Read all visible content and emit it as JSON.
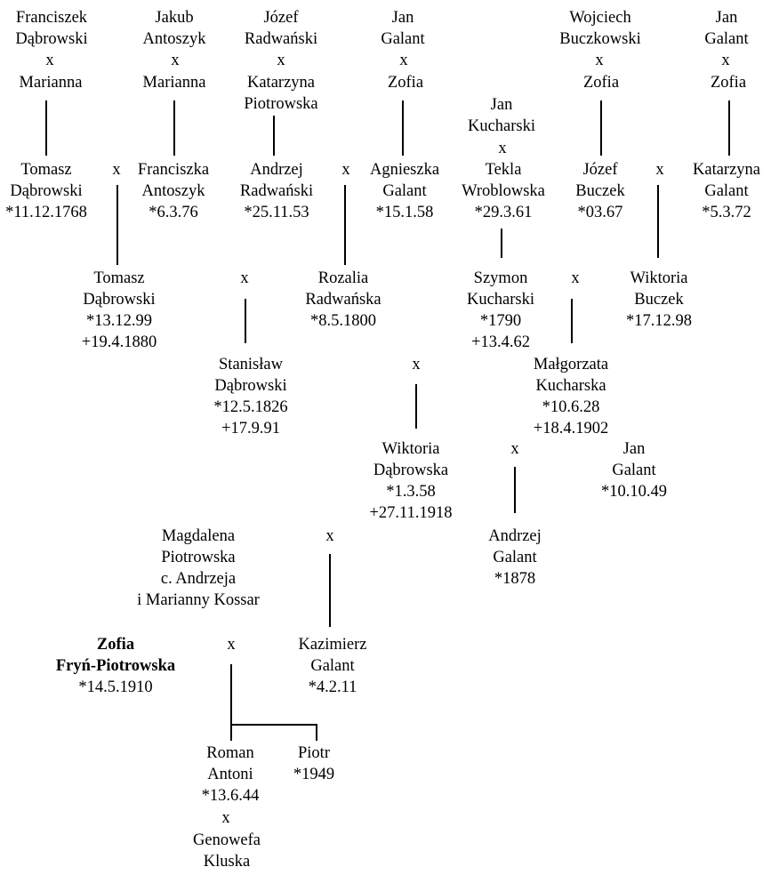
{
  "people": {
    "franciszek_dabrowski": {
      "name": [
        "Franciszek",
        "Dąbrowski"
      ],
      "dates": []
    },
    "marianna_1": {
      "name": [
        "Marianna"
      ],
      "dates": []
    },
    "jakub_antoszyk": {
      "name": [
        "Jakub",
        "Antoszyk"
      ],
      "dates": []
    },
    "marianna_2": {
      "name": [
        "Marianna"
      ],
      "dates": []
    },
    "jozef_radwanski": {
      "name": [
        "Józef",
        "Radwański"
      ],
      "dates": []
    },
    "katarzyna_piotrowska": {
      "name": [
        "Katarzyna",
        "Piotrowska"
      ],
      "dates": []
    },
    "jan_galant_1": {
      "name": [
        "Jan",
        "Galant"
      ],
      "dates": []
    },
    "zofia_1": {
      "name": [
        "Zofia"
      ],
      "dates": []
    },
    "wojciech_buczkowski": {
      "name": [
        "Wojciech",
        "Buczkowski"
      ],
      "dates": []
    },
    "zofia_2": {
      "name": [
        "Zofia"
      ],
      "dates": []
    },
    "jan_galant_2": {
      "name": [
        "Jan",
        "Galant"
      ],
      "dates": []
    },
    "zofia_3": {
      "name": [
        "Zofia"
      ],
      "dates": []
    },
    "jan_kucharski": {
      "name": [
        "Jan",
        "Kucharski"
      ],
      "dates": []
    },
    "tekla_wroblowska": {
      "name": [
        "Tekla",
        "Wroblowska"
      ],
      "dates": [
        "*29.3.61"
      ]
    },
    "tomasz_dabrowski_1": {
      "name": [
        "Tomasz",
        "Dąbrowski"
      ],
      "dates": [
        "*11.12.1768"
      ]
    },
    "franciszka_antoszyk": {
      "name": [
        "Franciszka",
        "Antoszyk"
      ],
      "dates": [
        "*6.3.76"
      ]
    },
    "andrzej_radwanski": {
      "name": [
        "Andrzej",
        "Radwański"
      ],
      "dates": [
        "*25.11.53"
      ]
    },
    "agnieszka_galant": {
      "name": [
        "Agnieszka",
        "Galant"
      ],
      "dates": [
        "*15.1.58"
      ]
    },
    "jozef_buczek": {
      "name": [
        "Józef",
        "Buczek"
      ],
      "dates": [
        "*03.67"
      ]
    },
    "katarzyna_galant": {
      "name": [
        "Katarzyna",
        "Galant"
      ],
      "dates": [
        "*5.3.72"
      ]
    },
    "tomasz_dabrowski_2": {
      "name": [
        "Tomasz",
        "Dąbrowski"
      ],
      "dates": [
        "*13.12.99",
        "+19.4.1880"
      ]
    },
    "rozalia_radwanska": {
      "name": [
        "Rozalia",
        "Radwańska"
      ],
      "dates": [
        "*8.5.1800"
      ]
    },
    "szymon_kucharski": {
      "name": [
        "Szymon",
        "Kucharski"
      ],
      "dates": [
        "*1790",
        "+13.4.62"
      ]
    },
    "wiktoria_buczek": {
      "name": [
        "Wiktoria",
        "Buczek"
      ],
      "dates": [
        "*17.12.98"
      ]
    },
    "stanislaw_dabrowski": {
      "name": [
        "Stanisław",
        "Dąbrowski"
      ],
      "dates": [
        "*12.5.1826",
        "+17.9.91"
      ]
    },
    "malgorzata_kucharska": {
      "name": [
        "Małgorzata",
        "Kucharska"
      ],
      "dates": [
        "*10.6.28",
        "+18.4.1902"
      ]
    },
    "wiktoria_dabrowska": {
      "name": [
        "Wiktoria",
        "Dąbrowska"
      ],
      "dates": [
        "*1.3.58",
        "+27.11.1918"
      ]
    },
    "jan_galant_3": {
      "name": [
        "Jan",
        "Galant"
      ],
      "dates": [
        "*10.10.49"
      ]
    },
    "andrzej_galant": {
      "name": [
        "Andrzej",
        "Galant"
      ],
      "dates": [
        "*1878"
      ]
    },
    "magdalena_piotrowska": {
      "name": [
        "Magdalena",
        "Piotrowska"
      ],
      "dates": [
        "c. Andrzeja",
        "i Marianny Kossar"
      ]
    },
    "zofia_fryn_piotrowska": {
      "name": [
        "Zofia",
        "Fryń-Piotrowska"
      ],
      "dates": [
        "*14.5.1910"
      ]
    },
    "kazimierz_galant": {
      "name": [
        "Kazimierz",
        "Galant"
      ],
      "dates": [
        "*4.2.11"
      ]
    },
    "roman_antoni": {
      "name": [
        "Roman",
        "Antoni"
      ],
      "dates": [
        "*13.6.44"
      ]
    },
    "piotr": {
      "name": [
        "Piotr"
      ],
      "dates": [
        "*1949"
      ]
    },
    "genowefa_kluska": {
      "name": [
        "Genowefa",
        "Kluska"
      ],
      "dates": []
    }
  },
  "marriage_symbol": "x"
}
